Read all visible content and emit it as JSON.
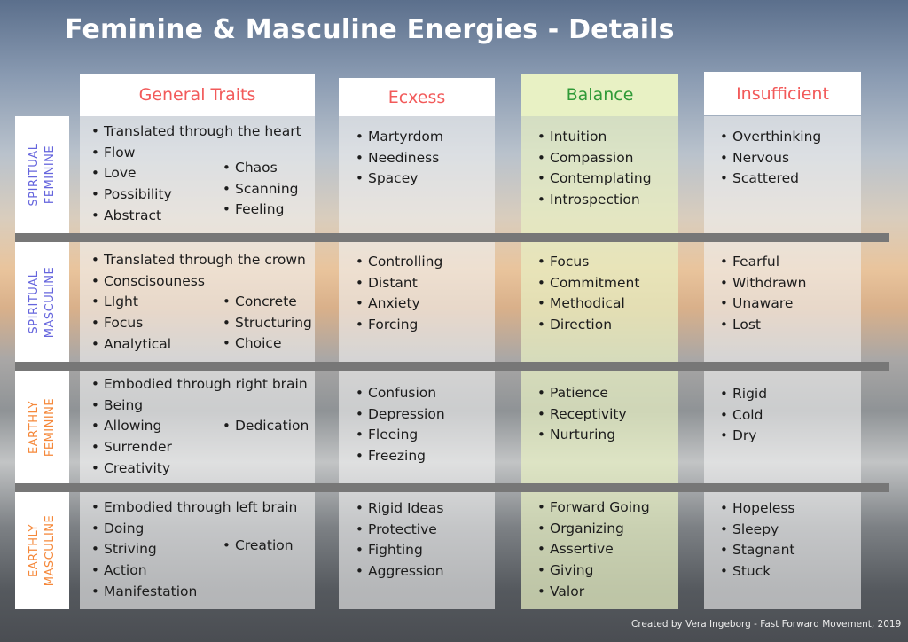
{
  "title": "Feminine & Masculine Energies - Details",
  "headers": {
    "general": "General Traits",
    "excess": "Ecxess",
    "balance": "Balance",
    "insufficient": "Insufficient"
  },
  "colors": {
    "header_red": "#f25a5a",
    "header_green": "#2f9a37",
    "spiritual_label": "#6565dd",
    "earthly_label": "#f5883a"
  },
  "rows": [
    {
      "label": [
        "SPIRITUAL",
        "FEMININE"
      ],
      "general_full": "Translated through the heart",
      "general_left": [
        "Flow",
        "Love",
        "Possibility",
        "Abstract"
      ],
      "general_right": [
        "Chaos",
        "Scanning",
        "Feeling"
      ],
      "excess": [
        "Martyrdom",
        "Neediness",
        "Spacey"
      ],
      "balance": [
        "Intuition",
        "Compassion",
        "Contemplating",
        "Introspection"
      ],
      "insufficient": [
        "Overthinking",
        "Nervous",
        "Scattered"
      ]
    },
    {
      "label": [
        "SPIRITUAL",
        "MASCULINE"
      ],
      "general_full": "Translated through the crown",
      "general_left": [
        "Conscisouness",
        "LIght",
        "Focus",
        "Analytical"
      ],
      "general_right": [
        "Concrete",
        "Structuring",
        "Choice"
      ],
      "excess": [
        "Controlling",
        "Distant",
        "Anxiety",
        "Forcing"
      ],
      "balance": [
        "Focus",
        "Commitment",
        "Methodical",
        "Direction"
      ],
      "insufficient": [
        "Fearful",
        "Withdrawn",
        "Unaware",
        "Lost"
      ]
    },
    {
      "label": [
        "EARTHLY",
        "FEMININE"
      ],
      "general_full": "Embodied through right brain",
      "general_left": [
        "Being",
        "Allowing",
        "Surrender",
        "Creativity"
      ],
      "general_right": [
        "Dedication"
      ],
      "excess": [
        "Confusion",
        "Depression",
        "Fleeing",
        "Freezing"
      ],
      "balance": [
        "Patience",
        "Receptivity",
        "Nurturing"
      ],
      "insufficient": [
        "Rigid",
        "Cold",
        "Dry"
      ]
    },
    {
      "label": [
        "EARTHLY",
        "MASCULINE"
      ],
      "general_full": "Embodied through left brain",
      "general_left": [
        "Doing",
        "Striving",
        "Action",
        "Manifestation"
      ],
      "general_right": [
        "Creation"
      ],
      "excess": [
        "Rigid Ideas",
        "Protective",
        "Fighting",
        "Aggression"
      ],
      "balance": [
        "Forward Going",
        "Organizing",
        "Assertive",
        "Giving",
        "Valor"
      ],
      "insufficient": [
        "Hopeless",
        "Sleepy",
        "Stagnant",
        "Stuck"
      ]
    }
  ],
  "footer": "Created by Vera Ingeborg - Fast Forward Movement, 2019"
}
